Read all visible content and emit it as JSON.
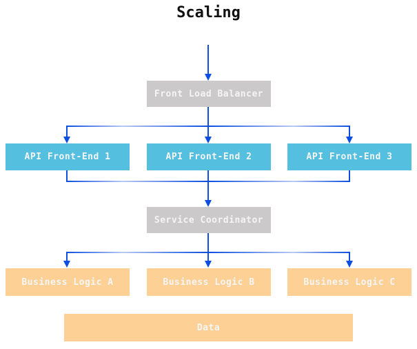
{
  "diagram": {
    "title": "Scaling",
    "nodes": {
      "front_load_balancer": {
        "label": "Front Load Balancer",
        "type": "gray"
      },
      "api_front_end_1": {
        "label": "API Front-End 1",
        "type": "blue"
      },
      "api_front_end_2": {
        "label": "API Front-End 2",
        "type": "blue"
      },
      "api_front_end_3": {
        "label": "API Front-End 3",
        "type": "blue"
      },
      "service_coordinator": {
        "label": "Service Coordinator",
        "type": "gray"
      },
      "business_logic_a": {
        "label": "Business Logic A",
        "type": "orange"
      },
      "business_logic_b": {
        "label": "Business Logic B",
        "type": "orange"
      },
      "business_logic_c": {
        "label": "Business Logic C",
        "type": "orange"
      },
      "data": {
        "label": "Data",
        "type": "orange"
      }
    },
    "edges": [
      {
        "from": "",
        "to": "Front Load Balancer"
      },
      {
        "from": "Front Load Balancer",
        "to": "API Front-End 1"
      },
      {
        "from": "Front Load Balancer",
        "to": "API Front-End 2"
      },
      {
        "from": "Front Load Balancer",
        "to": "API Front-End 3"
      },
      {
        "from": "API Front-End 1",
        "to": "Service Coordinator"
      },
      {
        "from": "API Front-End 2",
        "to": "Service Coordinator"
      },
      {
        "from": "API Front-End 3",
        "to": "Service Coordinator"
      },
      {
        "from": "Service Coordinator",
        "to": "Business Logic A"
      },
      {
        "from": "Service Coordinator",
        "to": "Business Logic B"
      },
      {
        "from": "Service Coordinator",
        "to": "Business Logic C"
      }
    ],
    "colors": {
      "background": "#ffffff",
      "node_gray": "#cbc9c9",
      "node_blue": "#55bfdf",
      "node_orange": "#fdd096",
      "arrow_blue": "#0b4ee0",
      "label_text": "#f5f5f5",
      "title_text": "#111111"
    }
  }
}
